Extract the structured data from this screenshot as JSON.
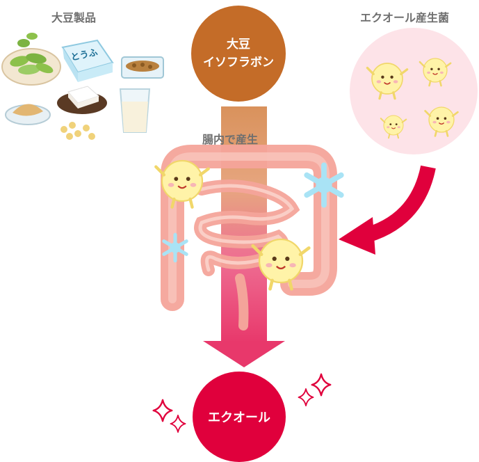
{
  "labels": {
    "soy_products": "大豆製品",
    "bacteria": "エクオール産生菌",
    "produced_in_gut": "腸内で産生"
  },
  "isoflavone": {
    "line1": "大豆",
    "line2": "イソフラボン"
  },
  "equol": {
    "label": "エクオール"
  },
  "food_items": {
    "tofu_pack_text": "とうふ"
  },
  "colors": {
    "isoflavone_bubble": "#c46c28",
    "equol_bubble": "#e0003c",
    "bacteria_circle": "#fde3e8",
    "intestine": "#f4a49a",
    "arrow_pink": "#e8386b",
    "sparkle": "#e0003c",
    "bacteria_body": "#fff3a8",
    "snowflake": "#a9e3f5"
  },
  "icons": [
    "edamame-bowl-icon",
    "tofu-pack-icon",
    "natto-tray-icon",
    "kinako-dish-icon",
    "tofu-plate-icon",
    "soy-milk-glass-icon",
    "soybeans-icon",
    "intestine-icon",
    "bacteria-character-icon",
    "snowflake-icon",
    "sparkle-icon",
    "curved-arrow-icon",
    "down-arrow-icon"
  ]
}
